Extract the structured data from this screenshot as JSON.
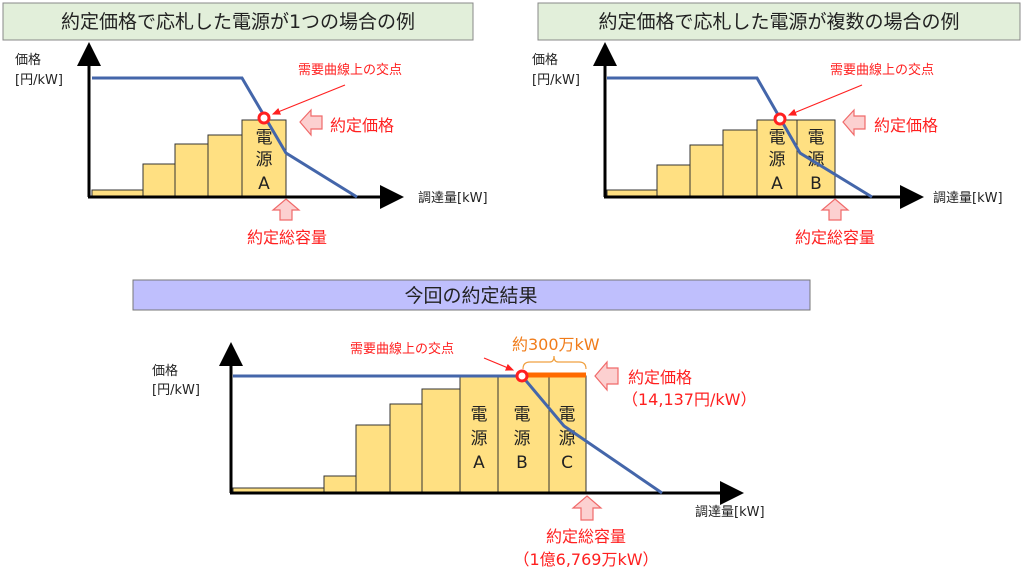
{
  "colors": {
    "panel_title_green": "#e2efda",
    "panel_title_purple": "#bfbffd",
    "bar": "#ffe082",
    "demand_curve": "#4466aa",
    "highlight_red": "#ff2020",
    "orange": "#f07c1a"
  },
  "panel1": {
    "title": "約定価格で応札した電源が1つの場合の例",
    "y_label": "価格",
    "y_unit": "[円/kW]",
    "x_label": "調達量[kW]",
    "intersection": "需要曲線上の交点",
    "price_label": "約定価格",
    "capacity_label": "約定総容量",
    "source": {
      "c1": "電",
      "c2": "源",
      "c3": "A"
    }
  },
  "panel2": {
    "title": "約定価格で応札した電源が複数の場合の例",
    "y_label": "価格",
    "y_unit": "[円/kW]",
    "x_label": "調達量[kW]",
    "intersection": "需要曲線上の交点",
    "price_label": "約定価格",
    "capacity_label": "約定総容量",
    "sources": [
      {
        "c1": "電",
        "c2": "源",
        "c3": "A"
      },
      {
        "c1": "電",
        "c2": "源",
        "c3": "B"
      }
    ]
  },
  "panel3": {
    "title": "今回の約定結果",
    "y_label": "価格",
    "y_unit": "[円/kW]",
    "x_label": "調達量[kW]",
    "intersection": "需要曲線上の交点",
    "bracket_label": "約300万kW",
    "price_label": "約定価格",
    "price_value": "（14,137円/kW）",
    "capacity_label": "約定総容量",
    "capacity_value": "（1億6,769万kW）",
    "sources": [
      {
        "c1": "電",
        "c2": "源",
        "c3": "A"
      },
      {
        "c1": "電",
        "c2": "源",
        "c3": "B"
      },
      {
        "c1": "電",
        "c2": "源",
        "c3": "C"
      }
    ]
  }
}
